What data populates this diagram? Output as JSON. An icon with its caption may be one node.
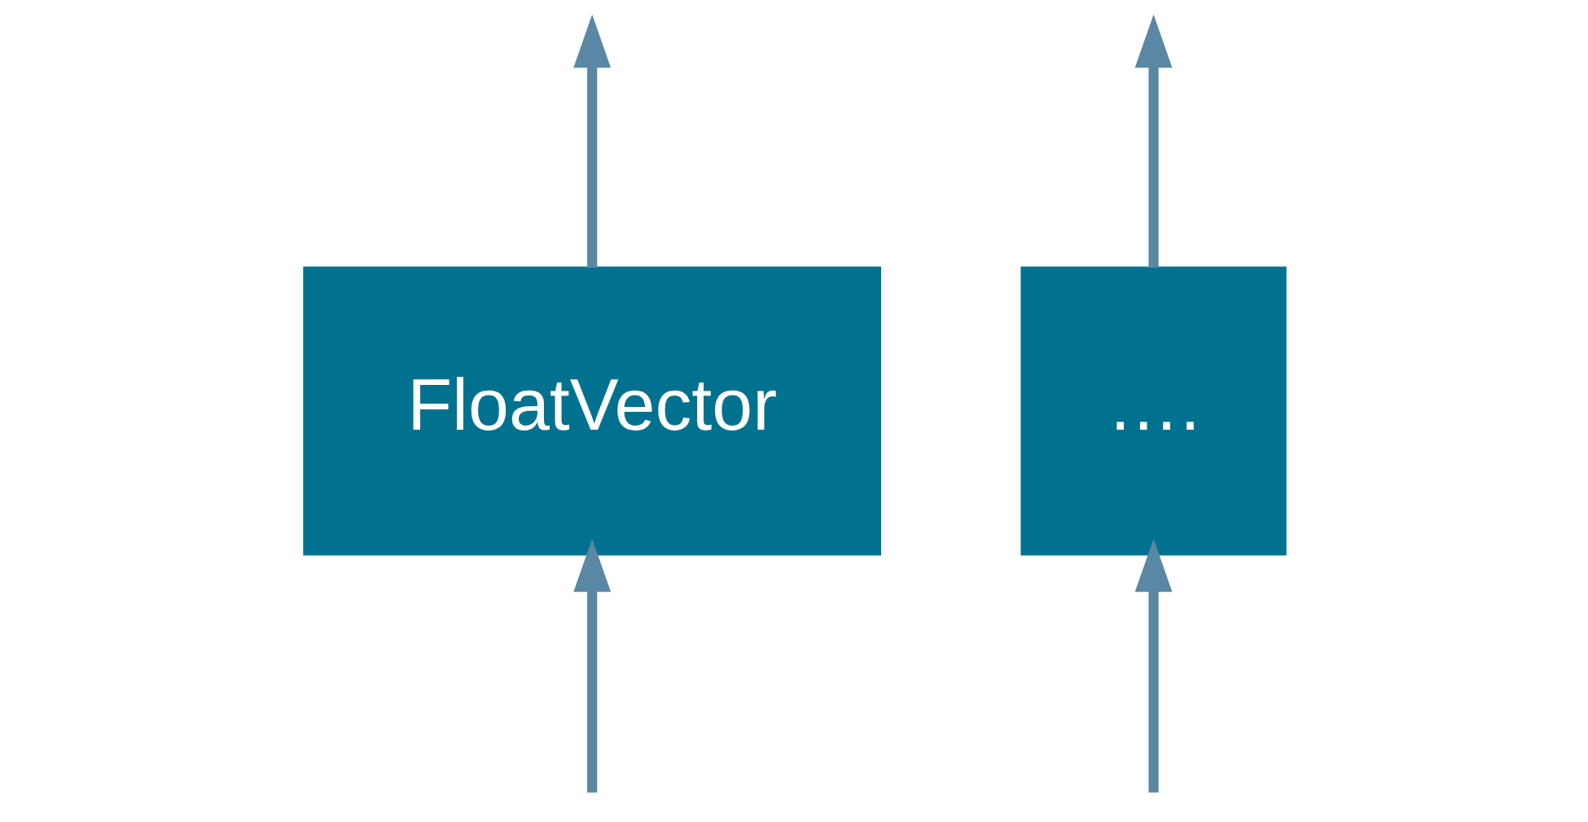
{
  "diagram": {
    "nodes": [
      {
        "text": [
          "FloatVector"
        ]
      },
      {
        "text": [
          "…."
        ]
      }
    ],
    "edges": [
      {
        "from": null,
        "to": 0,
        "arrow": "to"
      },
      {
        "from": null,
        "to": 1,
        "arrow": "to"
      },
      {
        "from": 0,
        "to": null,
        "arrow": "to"
      },
      {
        "from": 1,
        "to": null,
        "arrow": "to"
      }
    ]
  }
}
